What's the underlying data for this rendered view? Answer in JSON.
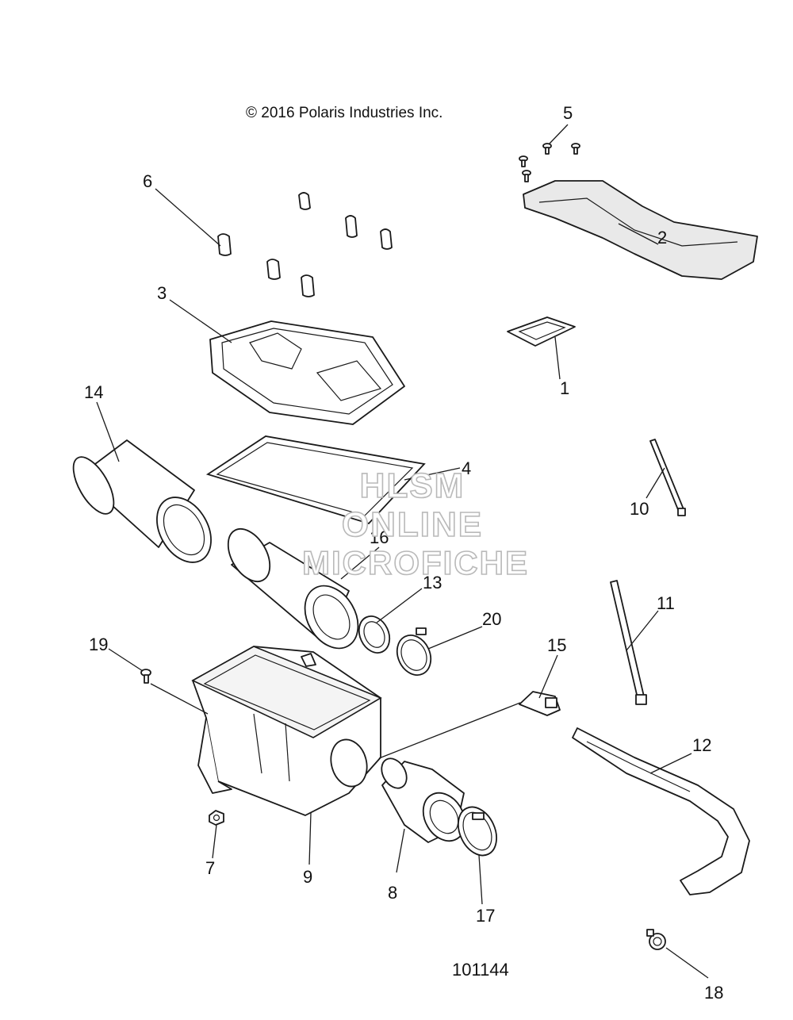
{
  "diagram": {
    "copyright": "© 2016 Polaris Industries Inc.",
    "document_number": "101144",
    "watermark": [
      "HLSM",
      "ONLINE",
      "MICROFICHE"
    ],
    "callouts": [
      "1",
      "2",
      "3",
      "4",
      "5",
      "6",
      "7",
      "8",
      "9",
      "10",
      "11",
      "12",
      "13",
      "14",
      "15",
      "16",
      "17",
      "18",
      "19",
      "20"
    ]
  }
}
